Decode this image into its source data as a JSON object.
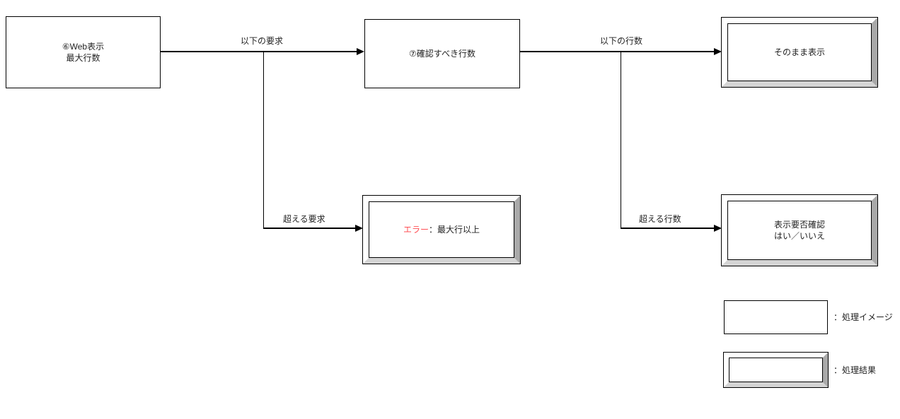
{
  "nodes": {
    "web_max_rows": {
      "line1": "⑥Web表示",
      "line2": "最大行数"
    },
    "rows_to_confirm": {
      "label": "⑦確認すべき行数"
    },
    "display_as_is": {
      "label": "そのまま表示"
    },
    "error": {
      "em": "エラー",
      "rest": "：最大行以上"
    },
    "confirm_display": {
      "line1": "表示要否確認",
      "line2": "はい／いいえ"
    }
  },
  "edges": {
    "below_request": "以下の要求",
    "exceed_request": "超える要求",
    "below_rows": "以下の行数",
    "exceed_rows": "超える行数"
  },
  "legend": {
    "process_image": "：処理イメージ",
    "process_result": "：処理結果"
  },
  "colors": {
    "error_text": "#ff5055",
    "bevel_right": "#a9a9a9",
    "bevel_bottom": "#d4d4d4",
    "line": "#000000"
  }
}
